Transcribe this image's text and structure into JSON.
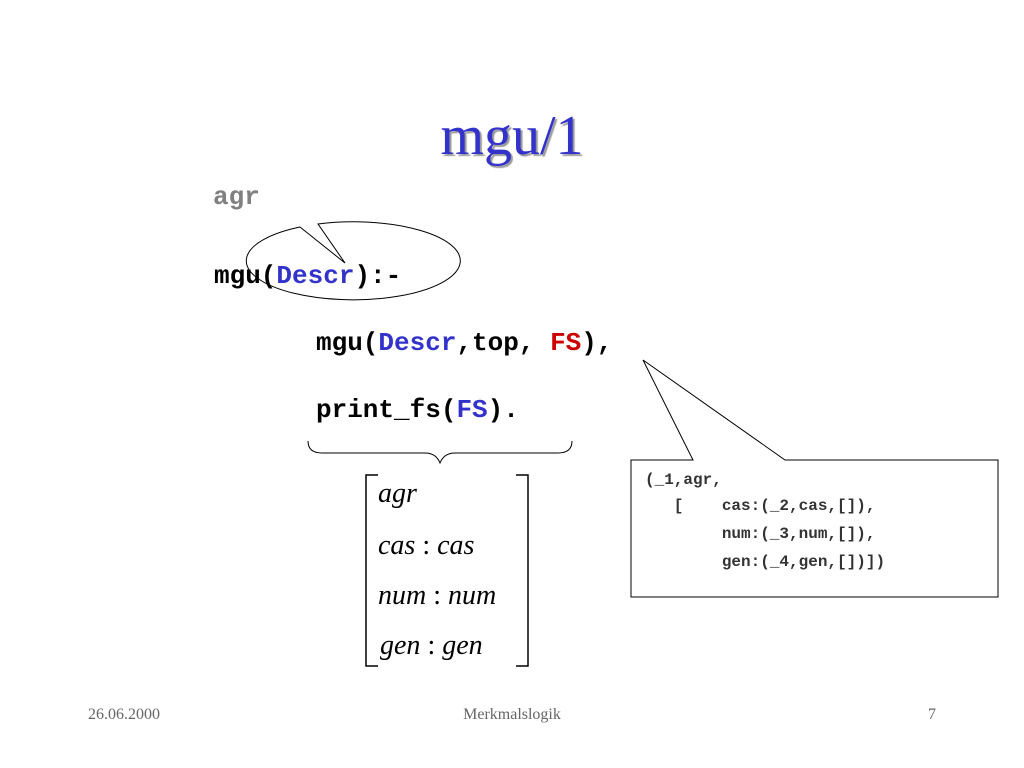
{
  "slide": {
    "title": "mgu/1",
    "bubble_label": "agr",
    "code": {
      "line1_pre": "mgu(",
      "line1_var": "Descr",
      "line1_post": "):-",
      "line2_pre": "mgu(",
      "line2_var": "Descr",
      "line2_mid": ",top, ",
      "line2_fs": "FS",
      "line2_post": "),",
      "line3_pre": "print_fs(",
      "line3_fs": "FS",
      "line3_post": ")."
    },
    "feature_structure": [
      {
        "left": "agr",
        "colon": "",
        "right": ""
      },
      {
        "left": "cas",
        "colon": " : ",
        "right": "cas"
      },
      {
        "left": "num",
        "colon": " : ",
        "right": "num"
      },
      {
        "left": "gen",
        "colon": " : ",
        "right": "gen"
      }
    ],
    "term_box": [
      "(_1,agr,",
      "   [    cas:(_2,cas,[]),",
      "        num:(_3,num,[]),",
      "        gen:(_4,gen,[])])"
    ],
    "footer": {
      "date": "26.06.2000",
      "center": "Merkmalslogik",
      "page": "7"
    }
  },
  "colors": {
    "title": "#3333cc",
    "variable": "#3333cc",
    "fs_variable": "#cc0000",
    "bubble_text": "#808080",
    "footer_text": "#666666"
  }
}
